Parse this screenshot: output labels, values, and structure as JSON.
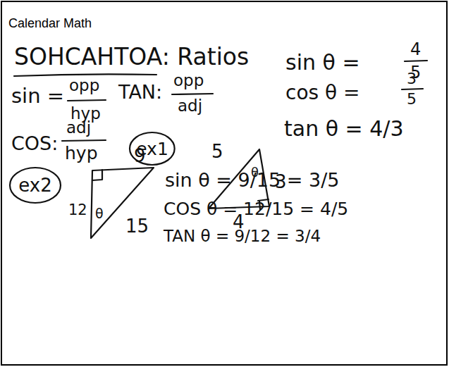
{
  "diagram": {
    "title": "Calendar Math",
    "nodes": [
      {
        "text": [
          "ex1"
        ]
      },
      {
        "text": [
          "ex2"
        ]
      }
    ],
    "labels": [
      "SOHCAHTOA: Ratios",
      "sin =",
      "opp",
      "hyp",
      "TAN:",
      "opp",
      "adj",
      "COS:",
      "adj",
      "hyp",
      "sin θ =",
      "4",
      "5",
      "cos θ =",
      "3",
      "5",
      "tan θ = 4/3",
      "5",
      "θ",
      "3",
      "4",
      "9",
      "12",
      "θ",
      "15",
      "sin θ = 9/15 = 3/5",
      "COS θ = 12/15 = 4/5",
      "TAN θ = 9/12 = 3/4"
    ]
  }
}
